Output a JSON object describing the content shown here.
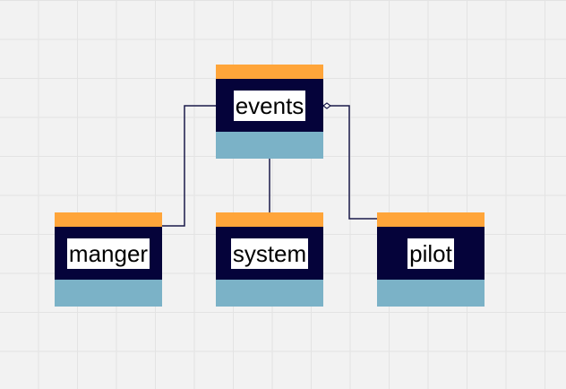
{
  "colors": {
    "header": "#ffa53a",
    "body": "#05033a",
    "footer": "#7bb2c7",
    "connector": "#1b1a4a"
  },
  "diagram": {
    "nodes": [
      {
        "id": "events",
        "label": "events"
      },
      {
        "id": "manger",
        "label": "manger"
      },
      {
        "id": "system",
        "label": "system"
      },
      {
        "id": "pilot",
        "label": "pilot"
      }
    ],
    "edges": [
      {
        "from": "events",
        "to": "manger"
      },
      {
        "from": "events",
        "to": "system"
      },
      {
        "from": "events",
        "to": "pilot",
        "source_marker": "diamond"
      }
    ]
  }
}
